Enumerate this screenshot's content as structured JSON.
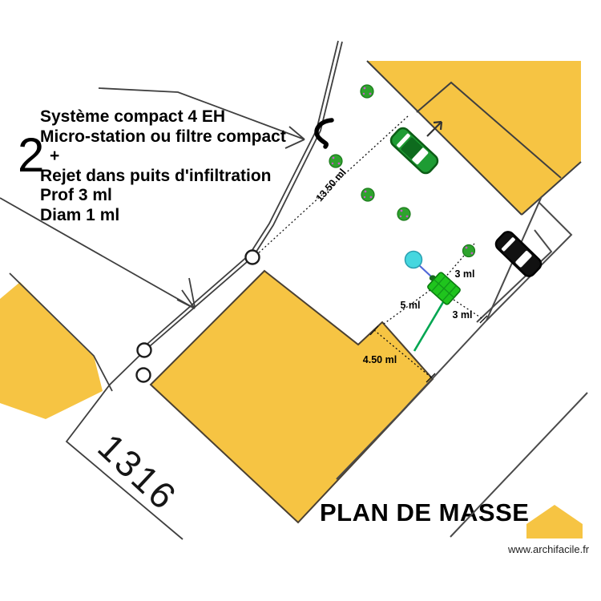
{
  "annotation": {
    "lines": [
      "Système compact 4 EH",
      "Micro-station ou filtre compact",
      "+",
      "Rejet dans puits d'infiltration",
      "Prof 3 ml",
      "Diam 1 ml"
    ]
  },
  "labels": {
    "big_number": "2",
    "parcel_number": "1316",
    "title": "PLAN DE MASSE",
    "watermark": "www.archifacile.fr"
  },
  "measurements": {
    "parcel_length": "13.50 ml",
    "tree_distance": "3 ml",
    "house_distance": "5 ml",
    "boundary_distance": "3 ml",
    "edge_length": "4.50 ml"
  },
  "colors": {
    "building_yellow": "#F6C443",
    "tree_green": "#2EA32D",
    "tree_dot_magenta": "#C45AC4",
    "car_green": "#1E9C33",
    "car_dark_green": "#0E6B1E",
    "car_black": "#111111",
    "well_cyan": "#45D7DF",
    "pipe_green": "#00A651",
    "pipe_blue": "#5068D8",
    "station_green": "#1FC41D",
    "line_gray": "#3F3F3F"
  }
}
